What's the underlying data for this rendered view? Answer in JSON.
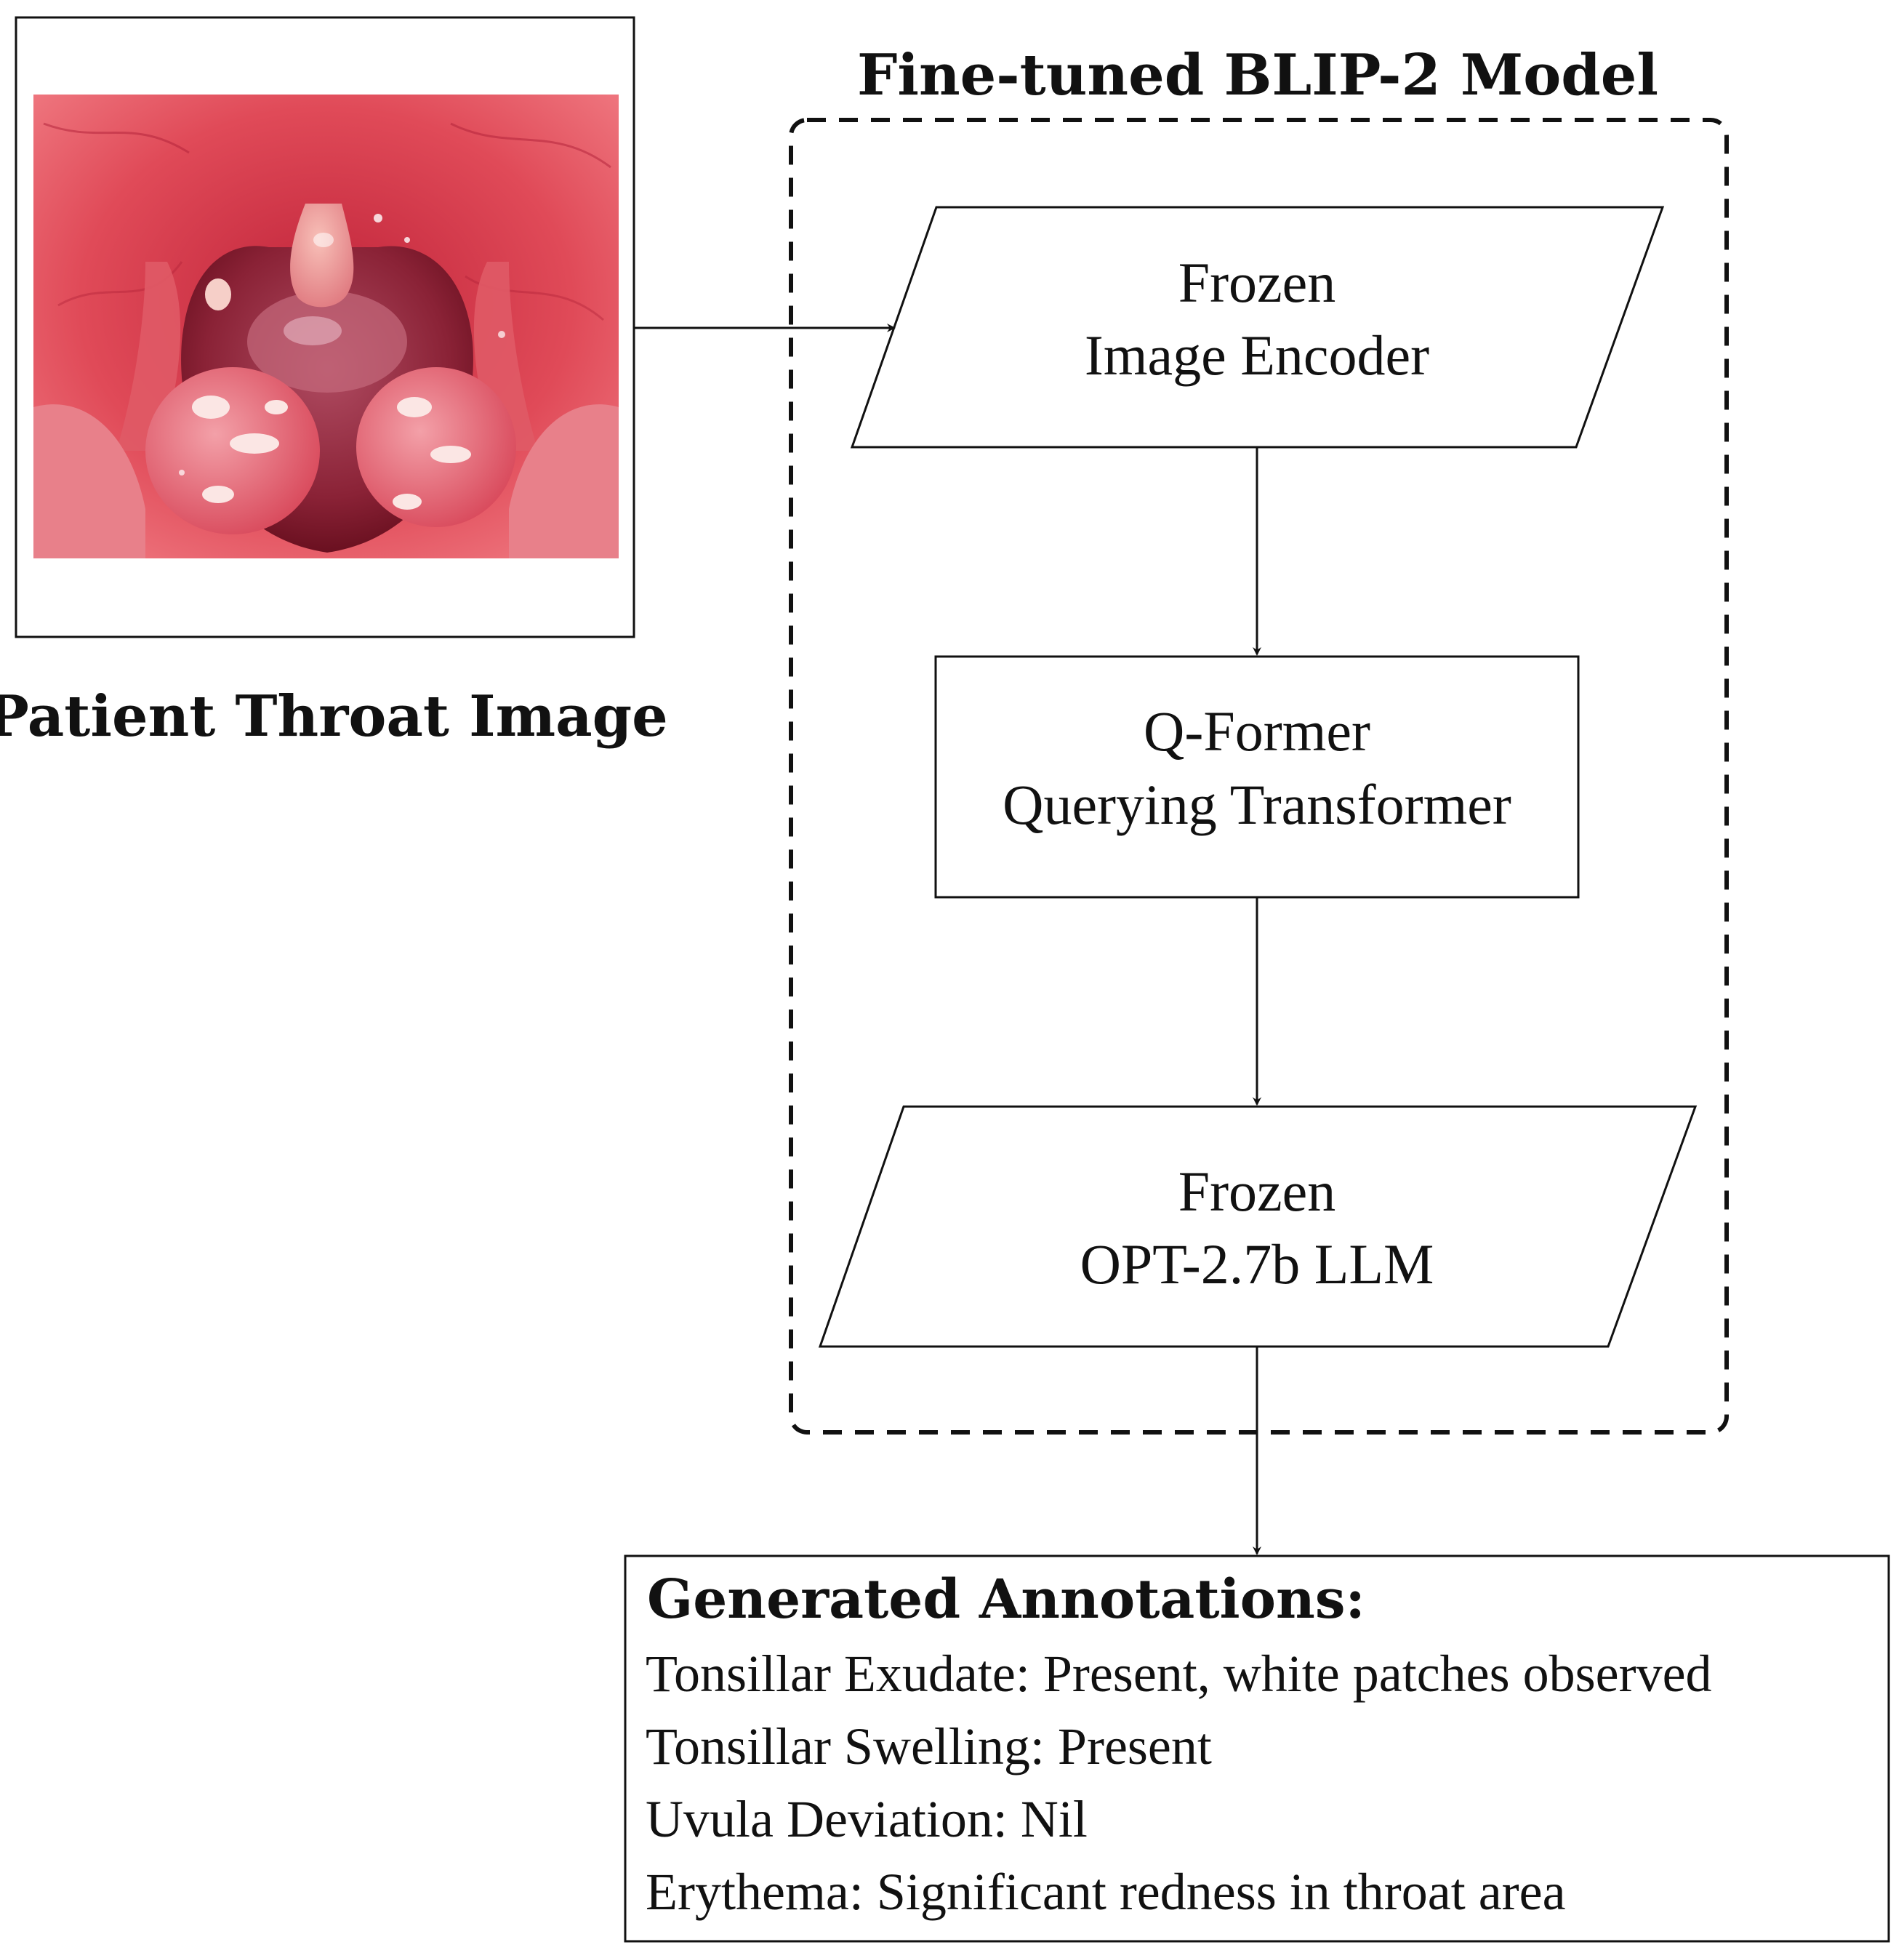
{
  "input": {
    "caption": "Patient Throat Image",
    "photo_icon": "throat-photo-icon"
  },
  "model": {
    "title": "Fine-tuned BLIP-2 Model",
    "image_encoder": {
      "line1": "Frozen",
      "line2": "Image Encoder"
    },
    "qformer": {
      "line1": "Q-Former",
      "line2": "Querying Transformer"
    },
    "llm": {
      "line1": "Frozen",
      "line2": "OPT-2.7b LLM"
    }
  },
  "output": {
    "heading": "Generated Annotations:",
    "lines": [
      "Tonsillar Exudate: Present, white patches observed",
      "Tonsillar Swelling: Present",
      "Uvula Deviation: Nil",
      "Erythema: Significant redness in throat area"
    ]
  },
  "colors": {
    "stroke": "#111111",
    "throat_bg": "#d9303e",
    "throat_dark": "#7a1420",
    "tonsil": "#e8707a",
    "exudate": "#f6d4d6"
  }
}
